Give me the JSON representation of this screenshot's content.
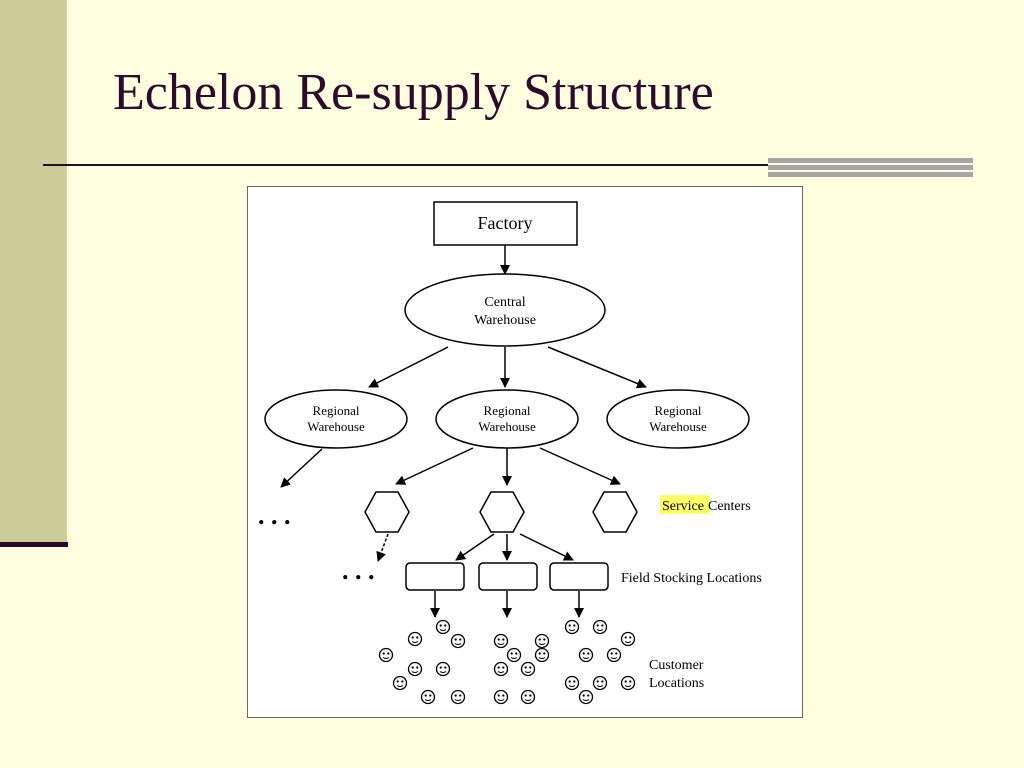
{
  "slide": {
    "title": "Echelon Re-supply Structure"
  },
  "diagram": {
    "factory": "Factory",
    "central_warehouse": [
      "Central",
      "Warehouse"
    ],
    "regional_warehouses": [
      [
        "Regional",
        "Warehouse"
      ],
      [
        "Regional",
        "Warehouse"
      ],
      [
        "Regional",
        "Warehouse"
      ]
    ],
    "service_centers_label": [
      "Service",
      "Centers"
    ],
    "field_stocking_label": "Field Stocking Locations",
    "customer_label": [
      "Customer",
      "Locations"
    ],
    "ellipsis": ". . .",
    "highlight_color": "#ffff66"
  }
}
